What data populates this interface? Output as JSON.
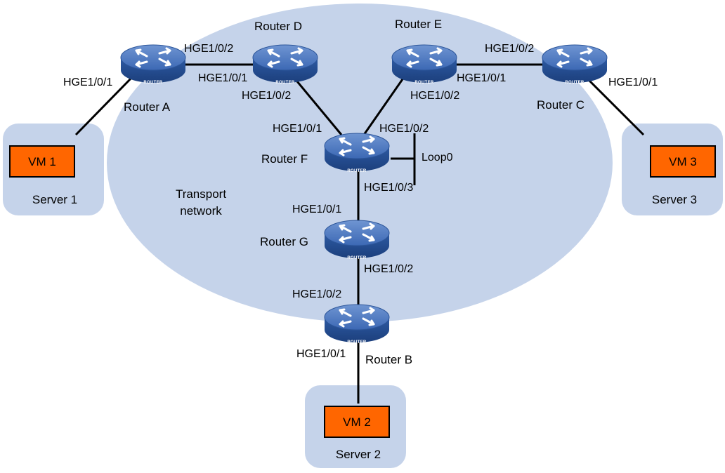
{
  "network": {
    "cloud_label_line1": "Transport",
    "cloud_label_line2": "network",
    "colors": {
      "cloud": "#c5d3ea",
      "server_box": "#c5d3ea",
      "vm_fill": "#ff6600",
      "router_body": "#3a67b0",
      "link": "#000000"
    }
  },
  "routers": [
    {
      "id": "router-a",
      "name": "Router A",
      "badge": "ROUTER"
    },
    {
      "id": "router-b",
      "name": "Router B",
      "badge": "ROUTER"
    },
    {
      "id": "router-c",
      "name": "Router C",
      "badge": "ROUTER"
    },
    {
      "id": "router-d",
      "name": "Router D",
      "badge": "ROUTER"
    },
    {
      "id": "router-e",
      "name": "Router E",
      "badge": "ROUTER"
    },
    {
      "id": "router-f",
      "name": "Router F",
      "badge": "ROUTER"
    },
    {
      "id": "router-g",
      "name": "Router G",
      "badge": "ROUTER"
    }
  ],
  "servers": [
    {
      "id": "server-1",
      "name": "Server 1",
      "vm": "VM 1"
    },
    {
      "id": "server-2",
      "name": "Server 2",
      "vm": "VM 2"
    },
    {
      "id": "server-3",
      "name": "Server 3",
      "vm": "VM 3"
    }
  ],
  "loopback": "Loop0",
  "interfaces": {
    "a_server": "HGE1/0/1",
    "a_d": "HGE1/0/2",
    "d_a": "HGE1/0/1",
    "d_f": "HGE1/0/2",
    "e_c": "HGE1/0/1",
    "e_f": "HGE1/0/2",
    "c_e": "HGE1/0/2",
    "c_server": "HGE1/0/1",
    "f_d": "HGE1/0/1",
    "f_e": "HGE1/0/2",
    "f_g": "HGE1/0/3",
    "g_f": "HGE1/0/1",
    "g_b": "HGE1/0/2",
    "b_g": "HGE1/0/2",
    "b_server": "HGE1/0/1"
  }
}
